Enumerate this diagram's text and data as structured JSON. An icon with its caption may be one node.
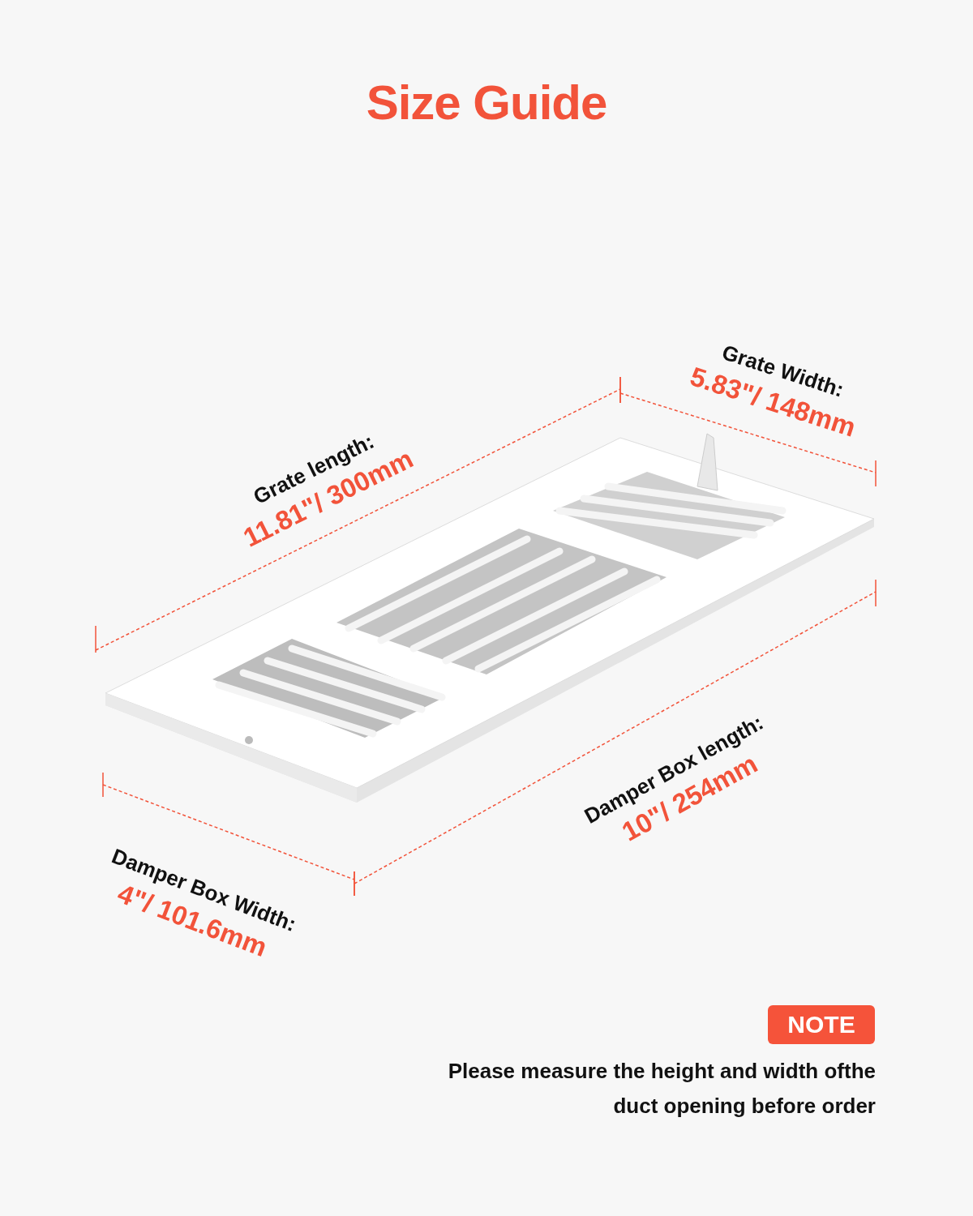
{
  "diagram": {
    "title": "Size Guide",
    "nodes": [
      {
        "text": [
          "NOTE"
        ]
      }
    ],
    "labels": [
      "Grate length:",
      "11.81\"/ 300mm",
      "Grate Width:",
      "5.83\"/ 148mm",
      "Damper Box length:",
      "10\"/ 254mm",
      "Damper Box Width:",
      "4\"/ 101.6mm",
      "Please measure the height and width ofthe duct opening before order"
    ]
  }
}
